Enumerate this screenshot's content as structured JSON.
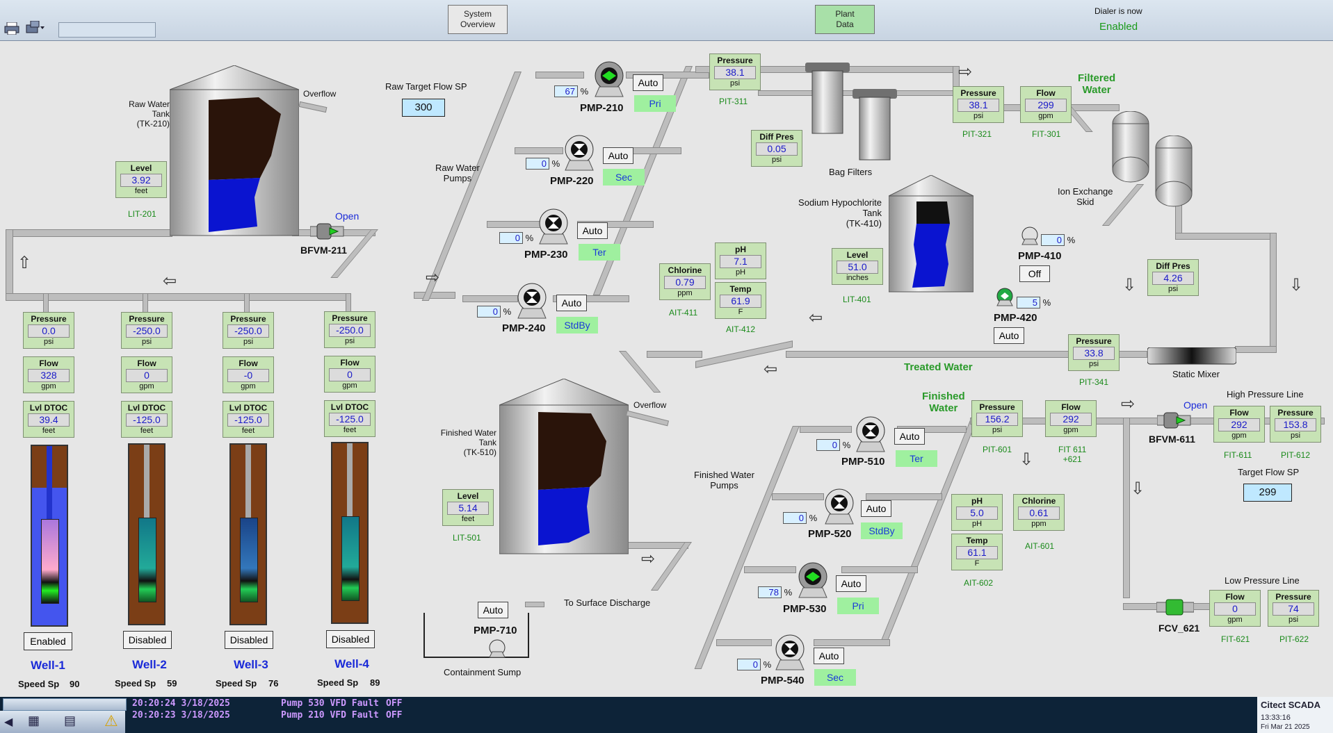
{
  "topbar": {
    "system_overview": "System\nOverview",
    "plant_data": "Plant\nData",
    "dialer_label": "Dialer is now",
    "dialer_status": "Enabled"
  },
  "labels": {
    "raw_tank": "Raw Water\nTank\n(TK-210)",
    "overflow_raw": "Overflow",
    "raw_target_flow": "Raw Target Flow SP",
    "raw_water_pumps": "Raw Water\nPumps",
    "bag_filters": "Bag Filters",
    "filtered_water": "Filtered\nWater",
    "ion_exchange": "Ion Exchange\nSkid",
    "sodium_tank": "Sodium Hypochlorite\nTank\n(TK-410)",
    "treated_water": "Treated Water",
    "static_mixer": "Static Mixer",
    "finished_tank": "Finished Water\nTank\n(TK-510)",
    "overflow_fin": "Overflow",
    "finished_pumps": "Finished Water\nPumps",
    "finished_water": "Finished\nWater",
    "high_pressure": "High Pressure Line",
    "low_pressure": "Low Pressure Line",
    "target_flow": "Target Flow SP",
    "to_surface": "To Surface Discharge",
    "containment": "Containment Sump",
    "bfvm211": "BFVM-211",
    "bfvm211_state": "Open",
    "bfvm611": "BFVM-611",
    "bfvm611_state": "Open",
    "fcv621": "FCV_621",
    "pmp710": "PMP-710",
    "pmp710_mode": "Auto"
  },
  "setpoints": {
    "raw_target": "300",
    "target_flow": "299"
  },
  "instruments": {
    "lit201": {
      "title": "Level",
      "value": "3.92",
      "unit": "feet",
      "tag": "LIT-201"
    },
    "pit311": {
      "title": "Pressure",
      "value": "38.1",
      "unit": "psi",
      "tag": "PIT-311"
    },
    "dp_bag": {
      "title": "Diff Pres",
      "value": "0.05",
      "unit": "psi"
    },
    "pit321": {
      "title": "Pressure",
      "value": "38.1",
      "unit": "psi",
      "tag": "PIT-321"
    },
    "fit301": {
      "title": "Flow",
      "value": "299",
      "unit": "gpm",
      "tag": "FIT-301"
    },
    "lit401": {
      "title": "Level",
      "value": "51.0",
      "unit": "inches",
      "tag": "LIT-401"
    },
    "dp_ix": {
      "title": "Diff Pres",
      "value": "4.26",
      "unit": "psi"
    },
    "ait411": {
      "title": "Chlorine",
      "value": "0.79",
      "unit": "ppm",
      "tag": "AIT-411"
    },
    "ph412": {
      "title": "pH",
      "value": "7.1",
      "unit": "pH"
    },
    "temp412": {
      "title": "Temp",
      "value": "61.9",
      "unit": "F",
      "tag": "AIT-412"
    },
    "pit341": {
      "title": "Pressure",
      "value": "33.8",
      "unit": "psi",
      "tag": "PIT-341"
    },
    "lit501": {
      "title": "Level",
      "value": "5.14",
      "unit": "feet",
      "tag": "LIT-501"
    },
    "pit601": {
      "title": "Pressure",
      "value": "156.2",
      "unit": "psi",
      "tag": "PIT-601"
    },
    "fit611": {
      "title": "Flow",
      "value": "292",
      "unit": "gpm",
      "tag": "FIT 611\n+621"
    },
    "ph602": {
      "title": "pH",
      "value": "5.0",
      "unit": "pH"
    },
    "temp602": {
      "title": "Temp",
      "value": "61.1",
      "unit": "F",
      "tag": "AIT-602"
    },
    "ait601": {
      "title": "Chlorine",
      "value": "0.61",
      "unit": "ppm",
      "tag": "AIT-601"
    },
    "hp_flow": {
      "title": "Flow",
      "value": "292",
      "unit": "gpm",
      "tag": "FIT-611"
    },
    "hp_pres": {
      "title": "Pressure",
      "value": "153.8",
      "unit": "psi",
      "tag": "PIT-612"
    },
    "lp_flow": {
      "title": "Flow",
      "value": "0",
      "unit": "gpm",
      "tag": "FIT-621"
    },
    "lp_pres": {
      "title": "Pressure",
      "value": "74",
      "unit": "psi",
      "tag": "PIT-622"
    }
  },
  "pumps": {
    "pmp210": {
      "name": "PMP-210",
      "speed": "67",
      "mode": "Auto",
      "role": "Pri",
      "running": true
    },
    "pmp220": {
      "name": "PMP-220",
      "speed": "0",
      "mode": "Auto",
      "role": "Sec",
      "running": false
    },
    "pmp230": {
      "name": "PMP-230",
      "speed": "0",
      "mode": "Auto",
      "role": "Ter",
      "running": false
    },
    "pmp240": {
      "name": "PMP-240",
      "speed": "0",
      "mode": "Auto",
      "role": "StdBy",
      "running": false
    },
    "pmp410": {
      "name": "PMP-410",
      "speed": "0",
      "mode": "Off"
    },
    "pmp420": {
      "name": "PMP-420",
      "speed": "5",
      "mode": "Auto"
    },
    "pmp510": {
      "name": "PMP-510",
      "speed": "0",
      "mode": "Auto",
      "role": "Ter",
      "running": false
    },
    "pmp520": {
      "name": "PMP-520",
      "speed": "0",
      "mode": "Auto",
      "role": "StdBy",
      "running": false
    },
    "pmp530": {
      "name": "PMP-530",
      "speed": "78",
      "mode": "Auto",
      "role": "Pri",
      "running": true
    },
    "pmp540": {
      "name": "PMP-540",
      "speed": "0",
      "mode": "Auto",
      "role": "Sec",
      "running": false
    }
  },
  "wells": [
    {
      "name": "Well-1",
      "pressure": "0.0",
      "flow": "328",
      "dtoc": "39.4",
      "status": "Enabled",
      "speed_label": "Speed Sp",
      "speed": "90"
    },
    {
      "name": "Well-2",
      "pressure": "-250.0",
      "flow": "0",
      "dtoc": "-125.0",
      "status": "Disabled",
      "speed_label": "Speed Sp",
      "speed": "59"
    },
    {
      "name": "Well-3",
      "pressure": "-250.0",
      "flow": "-0",
      "dtoc": "-125.0",
      "status": "Disabled",
      "speed_label": "Speed Sp",
      "speed": "76"
    },
    {
      "name": "Well-4",
      "pressure": "-250.0",
      "flow": "0",
      "dtoc": "-125.0",
      "status": "Disabled",
      "speed_label": "Speed Sp",
      "speed": "89"
    }
  ],
  "well_box_titles": {
    "pressure": "Pressure",
    "flow": "Flow",
    "dtoc": "Lvl DTOC",
    "psi": "psi",
    "gpm": "gpm",
    "feet": "feet"
  },
  "alarms": [
    {
      "time": "20:20:24 3/18/2025",
      "message": "Pump 530 VFD Fault",
      "state": "OFF"
    },
    {
      "time": "20:20:23 3/18/2025",
      "message": "Pump 210 VFD Fault",
      "state": "OFF"
    }
  ],
  "footer": {
    "brand": "Citect SCADA",
    "time": "13:33:16",
    "date": "Fri Mar 21 2025"
  },
  "colors": {
    "panel": "#c7e3b5",
    "value": "#1a1ac8",
    "tag": "#1a8a1a",
    "role": "#9ff09f",
    "water": "#0a14d0",
    "sludge": "#2a140a"
  }
}
